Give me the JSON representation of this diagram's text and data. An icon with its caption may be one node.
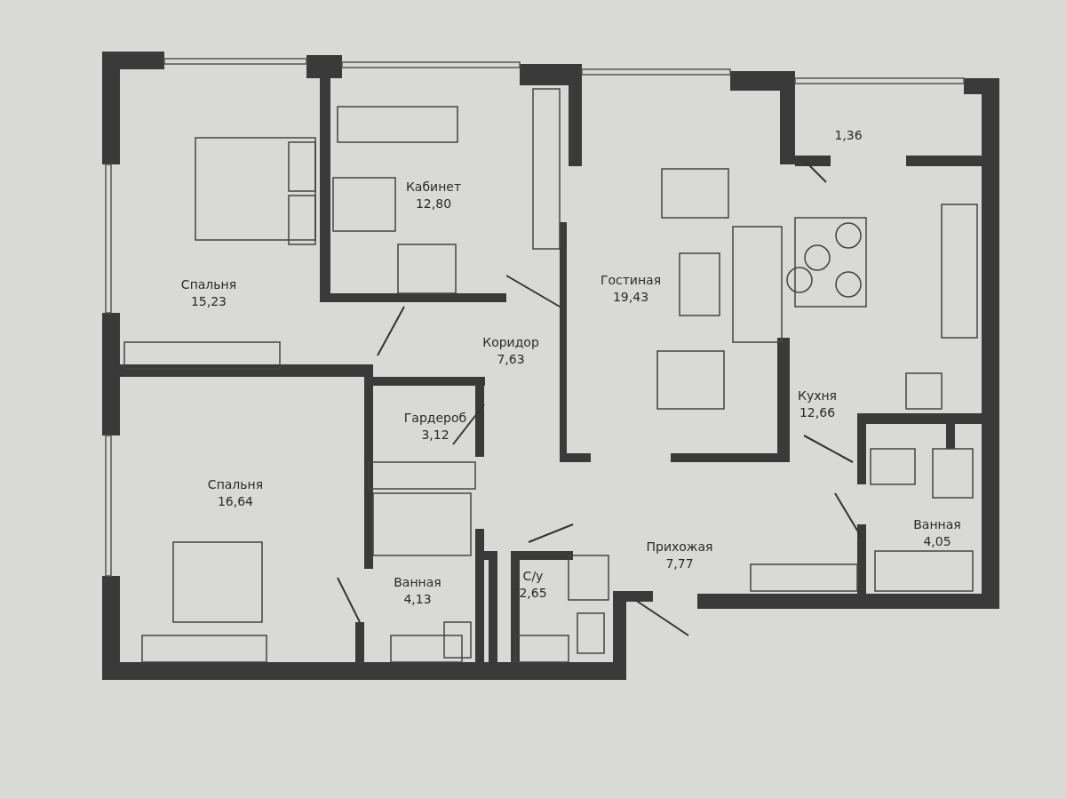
{
  "diagram": {
    "nodes": [
      {
        "text": [
          "Спальня",
          "15,23"
        ]
      },
      {
        "text": [
          "Кабинет",
          "12,80"
        ]
      },
      {
        "text": [
          "Гостиная",
          "19,43"
        ]
      },
      {
        "text": [
          "1,36"
        ]
      },
      {
        "text": [
          "Коридор",
          "7,63"
        ]
      },
      {
        "text": [
          "Кухня",
          "12,66"
        ]
      },
      {
        "text": [
          "Гардероб",
          "3,12"
        ]
      },
      {
        "text": [
          "Спальня",
          "16,64"
        ]
      },
      {
        "text": [
          "Ванная",
          "4,13"
        ]
      },
      {
        "text": [
          "С/у",
          "2,65"
        ]
      },
      {
        "text": [
          "Прихожая",
          "7,77"
        ]
      },
      {
        "text": [
          "Ванная",
          "4,05"
        ]
      }
    ],
    "edges": []
  }
}
